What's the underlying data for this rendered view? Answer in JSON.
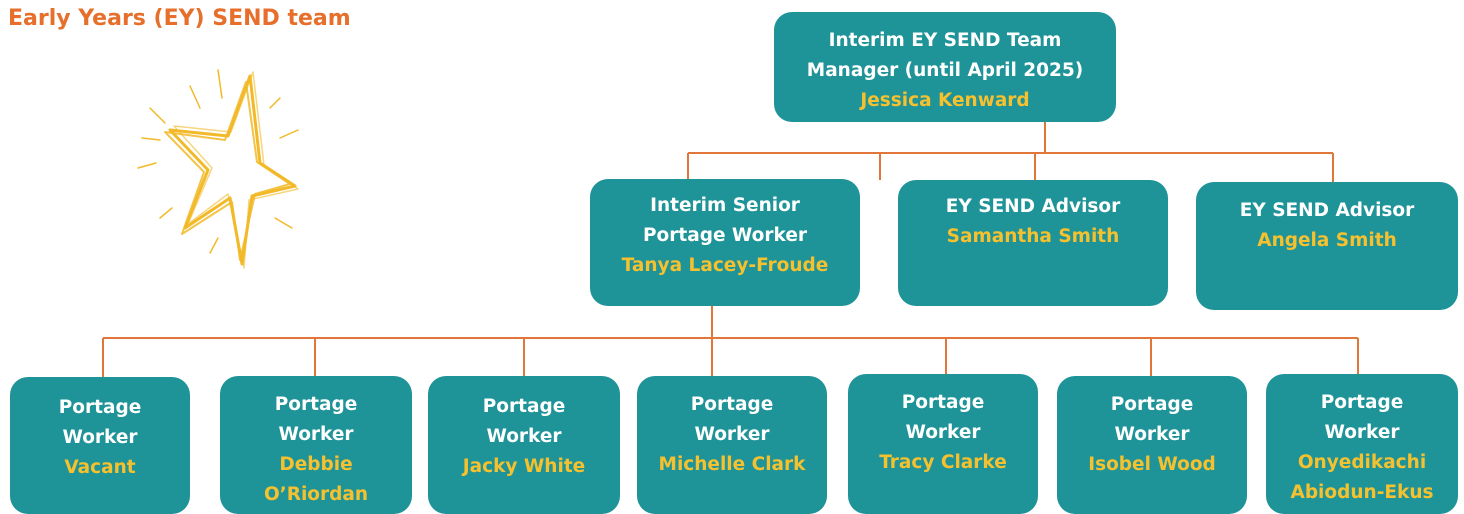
{
  "title": "Early Years (EY) SEND team",
  "colors": {
    "title": "#e66f2b",
    "box_fill": "#1e9398",
    "role_text": "#ffffff",
    "name_text": "#f6c12e",
    "connector": "#e0763a",
    "star": "#f2b928"
  },
  "decoration": {
    "icon": "sparkling-star-icon"
  },
  "manager": {
    "role_line1": "Interim EY SEND Team",
    "role_line2": "Manager (until April 2025)",
    "name": "Jessica Kenward"
  },
  "second_level": [
    {
      "role_line1": "Interim Senior",
      "role_line2": "Portage Worker",
      "name": "Tanya Lacey-Froude"
    },
    {
      "role_line1": "EY SEND Advisor",
      "role_line2": "",
      "name": "Samantha Smith"
    },
    {
      "role_line1": "EY SEND Advisor",
      "role_line2": "",
      "name": "Angela Smith"
    }
  ],
  "portage_workers": [
    {
      "role_line1": "Portage",
      "role_line2": "Worker",
      "name_line1": "Vacant",
      "name_line2": ""
    },
    {
      "role_line1": "Portage",
      "role_line2": "Worker",
      "name_line1": "Debbie",
      "name_line2": "O’Riordan"
    },
    {
      "role_line1": "Portage",
      "role_line2": "Worker",
      "name_line1": "Jacky White",
      "name_line2": ""
    },
    {
      "role_line1": "Portage",
      "role_line2": "Worker",
      "name_line1": "Michelle Clark",
      "name_line2": ""
    },
    {
      "role_line1": "Portage",
      "role_line2": "Worker",
      "name_line1": "Tracy Clarke",
      "name_line2": ""
    },
    {
      "role_line1": "Portage",
      "role_line2": "Worker",
      "name_line1": "Isobel Wood",
      "name_line2": ""
    },
    {
      "role_line1": "Portage",
      "role_line2": "Worker",
      "name_line1": "Onyedikachi",
      "name_line2": "Abiodun-Ekus"
    }
  ]
}
